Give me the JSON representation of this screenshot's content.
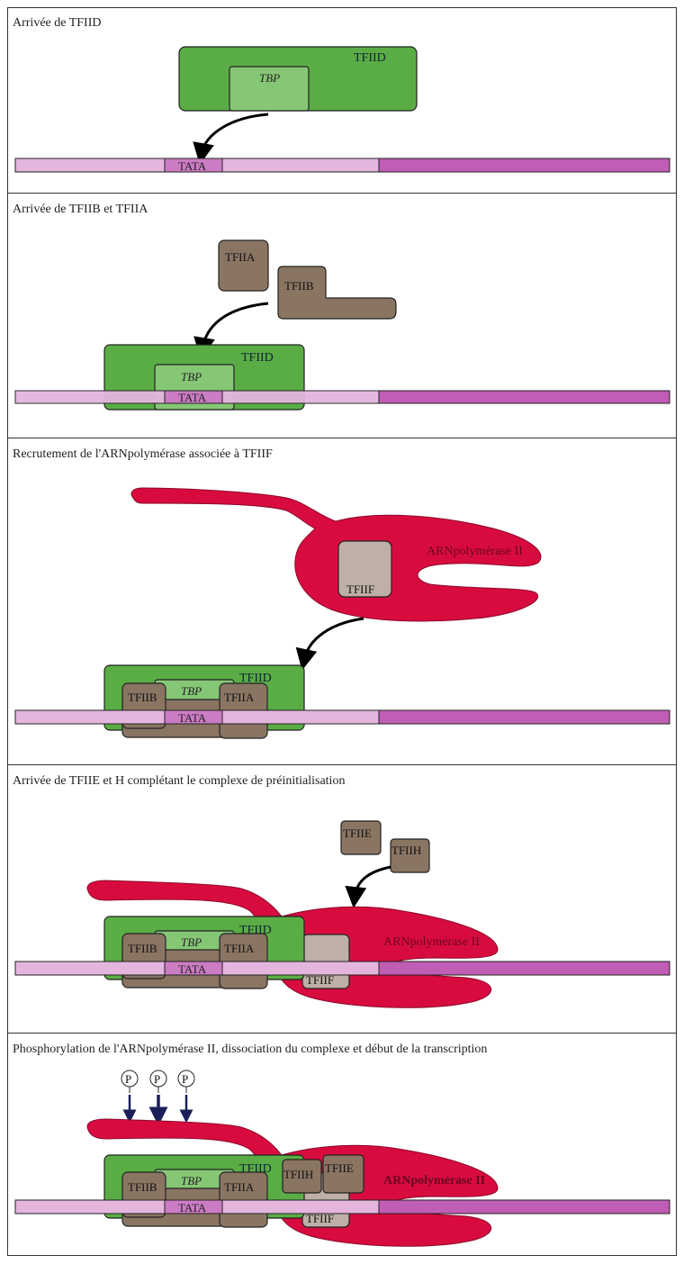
{
  "colors": {
    "tfiid": "#5aad45",
    "tbp": "#86c775",
    "dna_light": "#e4b6de",
    "dna_dark": "#c05db4",
    "tata": "#cc7cc4",
    "brown": "#8a7563",
    "light_brown": "#beb0a6",
    "polymerase": "#d80b3f",
    "phospho_arrow": "#1a1f5a"
  },
  "labels": {
    "tfiid": "TFIID",
    "tbp": "TBP",
    "tata": "TATA",
    "tfiia": "TFIIA",
    "tfiib": "TFIIB",
    "tfiif": "TFIIF",
    "tfiie": "TFIIE",
    "tfiih": "TFIIH",
    "polymerase": "ARNpolymérase II",
    "phosphate": "P"
  },
  "panels": [
    {
      "title": "Arrivée de TFIID"
    },
    {
      "title": "Arrivée de TFIIB et TFIIA"
    },
    {
      "title": "Recrutement de l'ARNpolymérase associée à TFIIF"
    },
    {
      "title": "Arrivée de TFIIE et H complétant le complexe de préinitialisation"
    },
    {
      "title": "Phosphorylation de l'ARNpolymérase II, dissociation du complexe et début de la transcription"
    }
  ]
}
